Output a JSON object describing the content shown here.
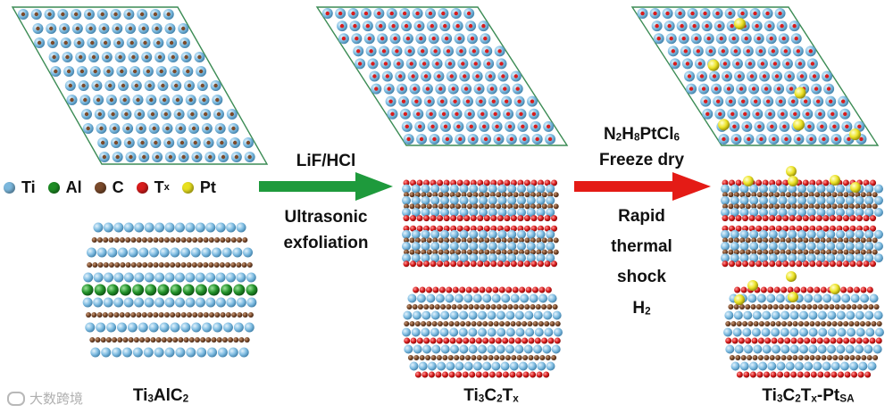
{
  "colors": {
    "Ti": "#7cb8dd",
    "Al": "#1e8c24",
    "C": "#7a4a2b",
    "Tx": "#d81c1c",
    "Pt": "#e8e020",
    "frame": "#3c8c55",
    "arrow_green": "#1e9a3c",
    "arrow_red": "#e41b16"
  },
  "legend": {
    "items": [
      {
        "key": "Ti",
        "label": "Ti",
        "sub": ""
      },
      {
        "key": "Al",
        "label": "Al",
        "sub": ""
      },
      {
        "key": "C",
        "label": "C",
        "sub": ""
      },
      {
        "key": "Tx",
        "label": "T",
        "sub": "x"
      },
      {
        "key": "Pt",
        "label": "Pt",
        "sub": ""
      }
    ]
  },
  "step1": {
    "top": "LiF/HCl",
    "bottom_line1": "Ultrasonic",
    "bottom_line2": "exfoliation"
  },
  "step2": {
    "line1": {
      "parts": [
        "N",
        "2",
        "H",
        "8",
        "PtCl",
        "6"
      ]
    },
    "line2": "Freeze dry",
    "line3": "Rapid",
    "line4": "thermal",
    "line5": "shock",
    "line6": {
      "main": "H",
      "sub": "2"
    }
  },
  "labels": {
    "max": {
      "parts": [
        "Ti",
        "3",
        "AlC",
        "2"
      ]
    },
    "mxene": {
      "parts": [
        "Ti",
        "3",
        "C",
        "2",
        "T",
        "x"
      ]
    },
    "pt": {
      "parts": [
        "Ti",
        "3",
        "C",
        "2",
        "T",
        "x",
        "-Pt",
        "SA"
      ]
    }
  },
  "watermark": "大数跨境"
}
